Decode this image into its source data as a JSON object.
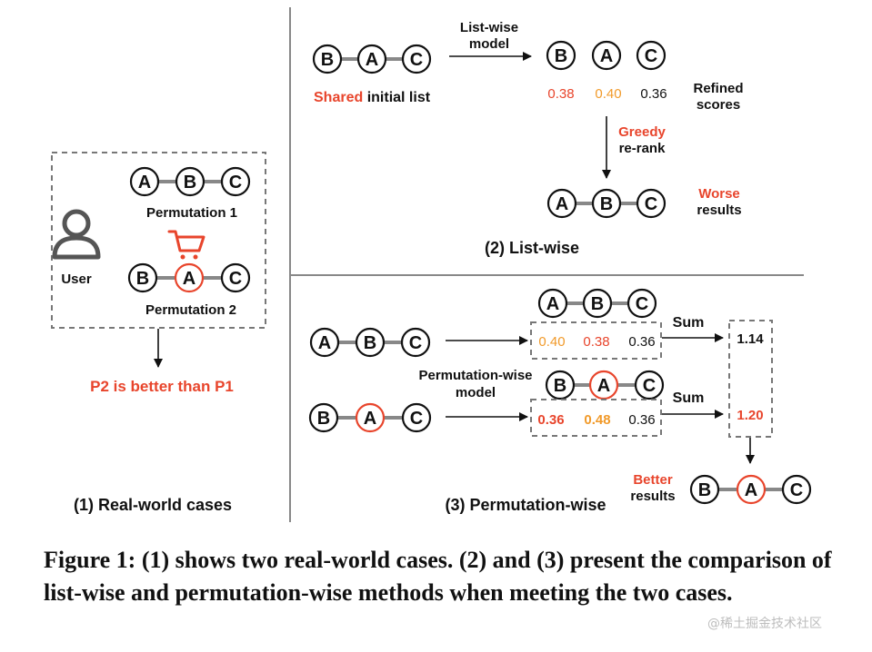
{
  "panel1": {
    "user_label": "User",
    "perm1": [
      "A",
      "B",
      "C"
    ],
    "perm1_label": "Permutation 1",
    "perm2": [
      "B",
      "A",
      "C"
    ],
    "perm2_label": "Permutation 2",
    "conclusion": "P2 is better than P1",
    "title": "(1) Real-world cases"
  },
  "panel2": {
    "input_list": [
      "B",
      "A",
      "C"
    ],
    "initial_label_red": "Shared",
    "initial_label_rest": " initial list",
    "model_line1": "List-wise",
    "model_line2": "model",
    "scored_list": [
      "B",
      "A",
      "C"
    ],
    "scores": [
      "0.38",
      "0.40",
      "0.36"
    ],
    "refined_line1": "Refined",
    "refined_line2": "scores",
    "greedy_line1": "Greedy",
    "greedy_line2": "re-rank",
    "reranked": [
      "A",
      "B",
      "C"
    ],
    "worse_line1": "Worse",
    "worse_line2": "results",
    "title": "(2) List-wise"
  },
  "panel3": {
    "input1": [
      "A",
      "B",
      "C"
    ],
    "input2": [
      "B",
      "A",
      "C"
    ],
    "model_line1": "Permutation-wise",
    "model_line2": "model",
    "top_list": [
      "A",
      "B",
      "C"
    ],
    "top_scores": [
      "0.40",
      "0.38",
      "0.36"
    ],
    "mid_list": [
      "B",
      "A",
      "C"
    ],
    "bottom_scores": [
      "0.36",
      "0.48",
      "0.36"
    ],
    "sum_label": "Sum",
    "sum1": "1.14",
    "sum2": "1.20",
    "better_line1": "Better",
    "better_line2": "results",
    "result": [
      "B",
      "A",
      "C"
    ],
    "title": "(3) Permutation-wise"
  },
  "caption": "Figure 1: (1) shows two real-world cases. (2) and (3) present the comparison of list-wise and permutation-wise methods when meeting the two cases.",
  "watermark": "@稀土掘金技术社区",
  "colors": {
    "highlight": "#e8452c",
    "orange": "#f19a2a",
    "line": "#888888"
  },
  "icons": {
    "user": "user-icon",
    "cart": "shopping-cart-icon"
  }
}
